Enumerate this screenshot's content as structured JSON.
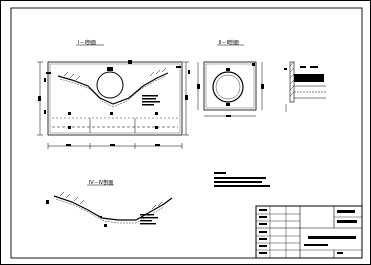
{
  "sheet": {
    "frame_color": "#000000",
    "accent_color": "#000000"
  },
  "views": {
    "section_1": {
      "title": "Ⅰ－Ⅰ剖面"
    },
    "section_2": {
      "title": "Ⅱ－Ⅱ剖面"
    },
    "section_4": {
      "title": "Ⅳ－Ⅳ剖面"
    }
  }
}
